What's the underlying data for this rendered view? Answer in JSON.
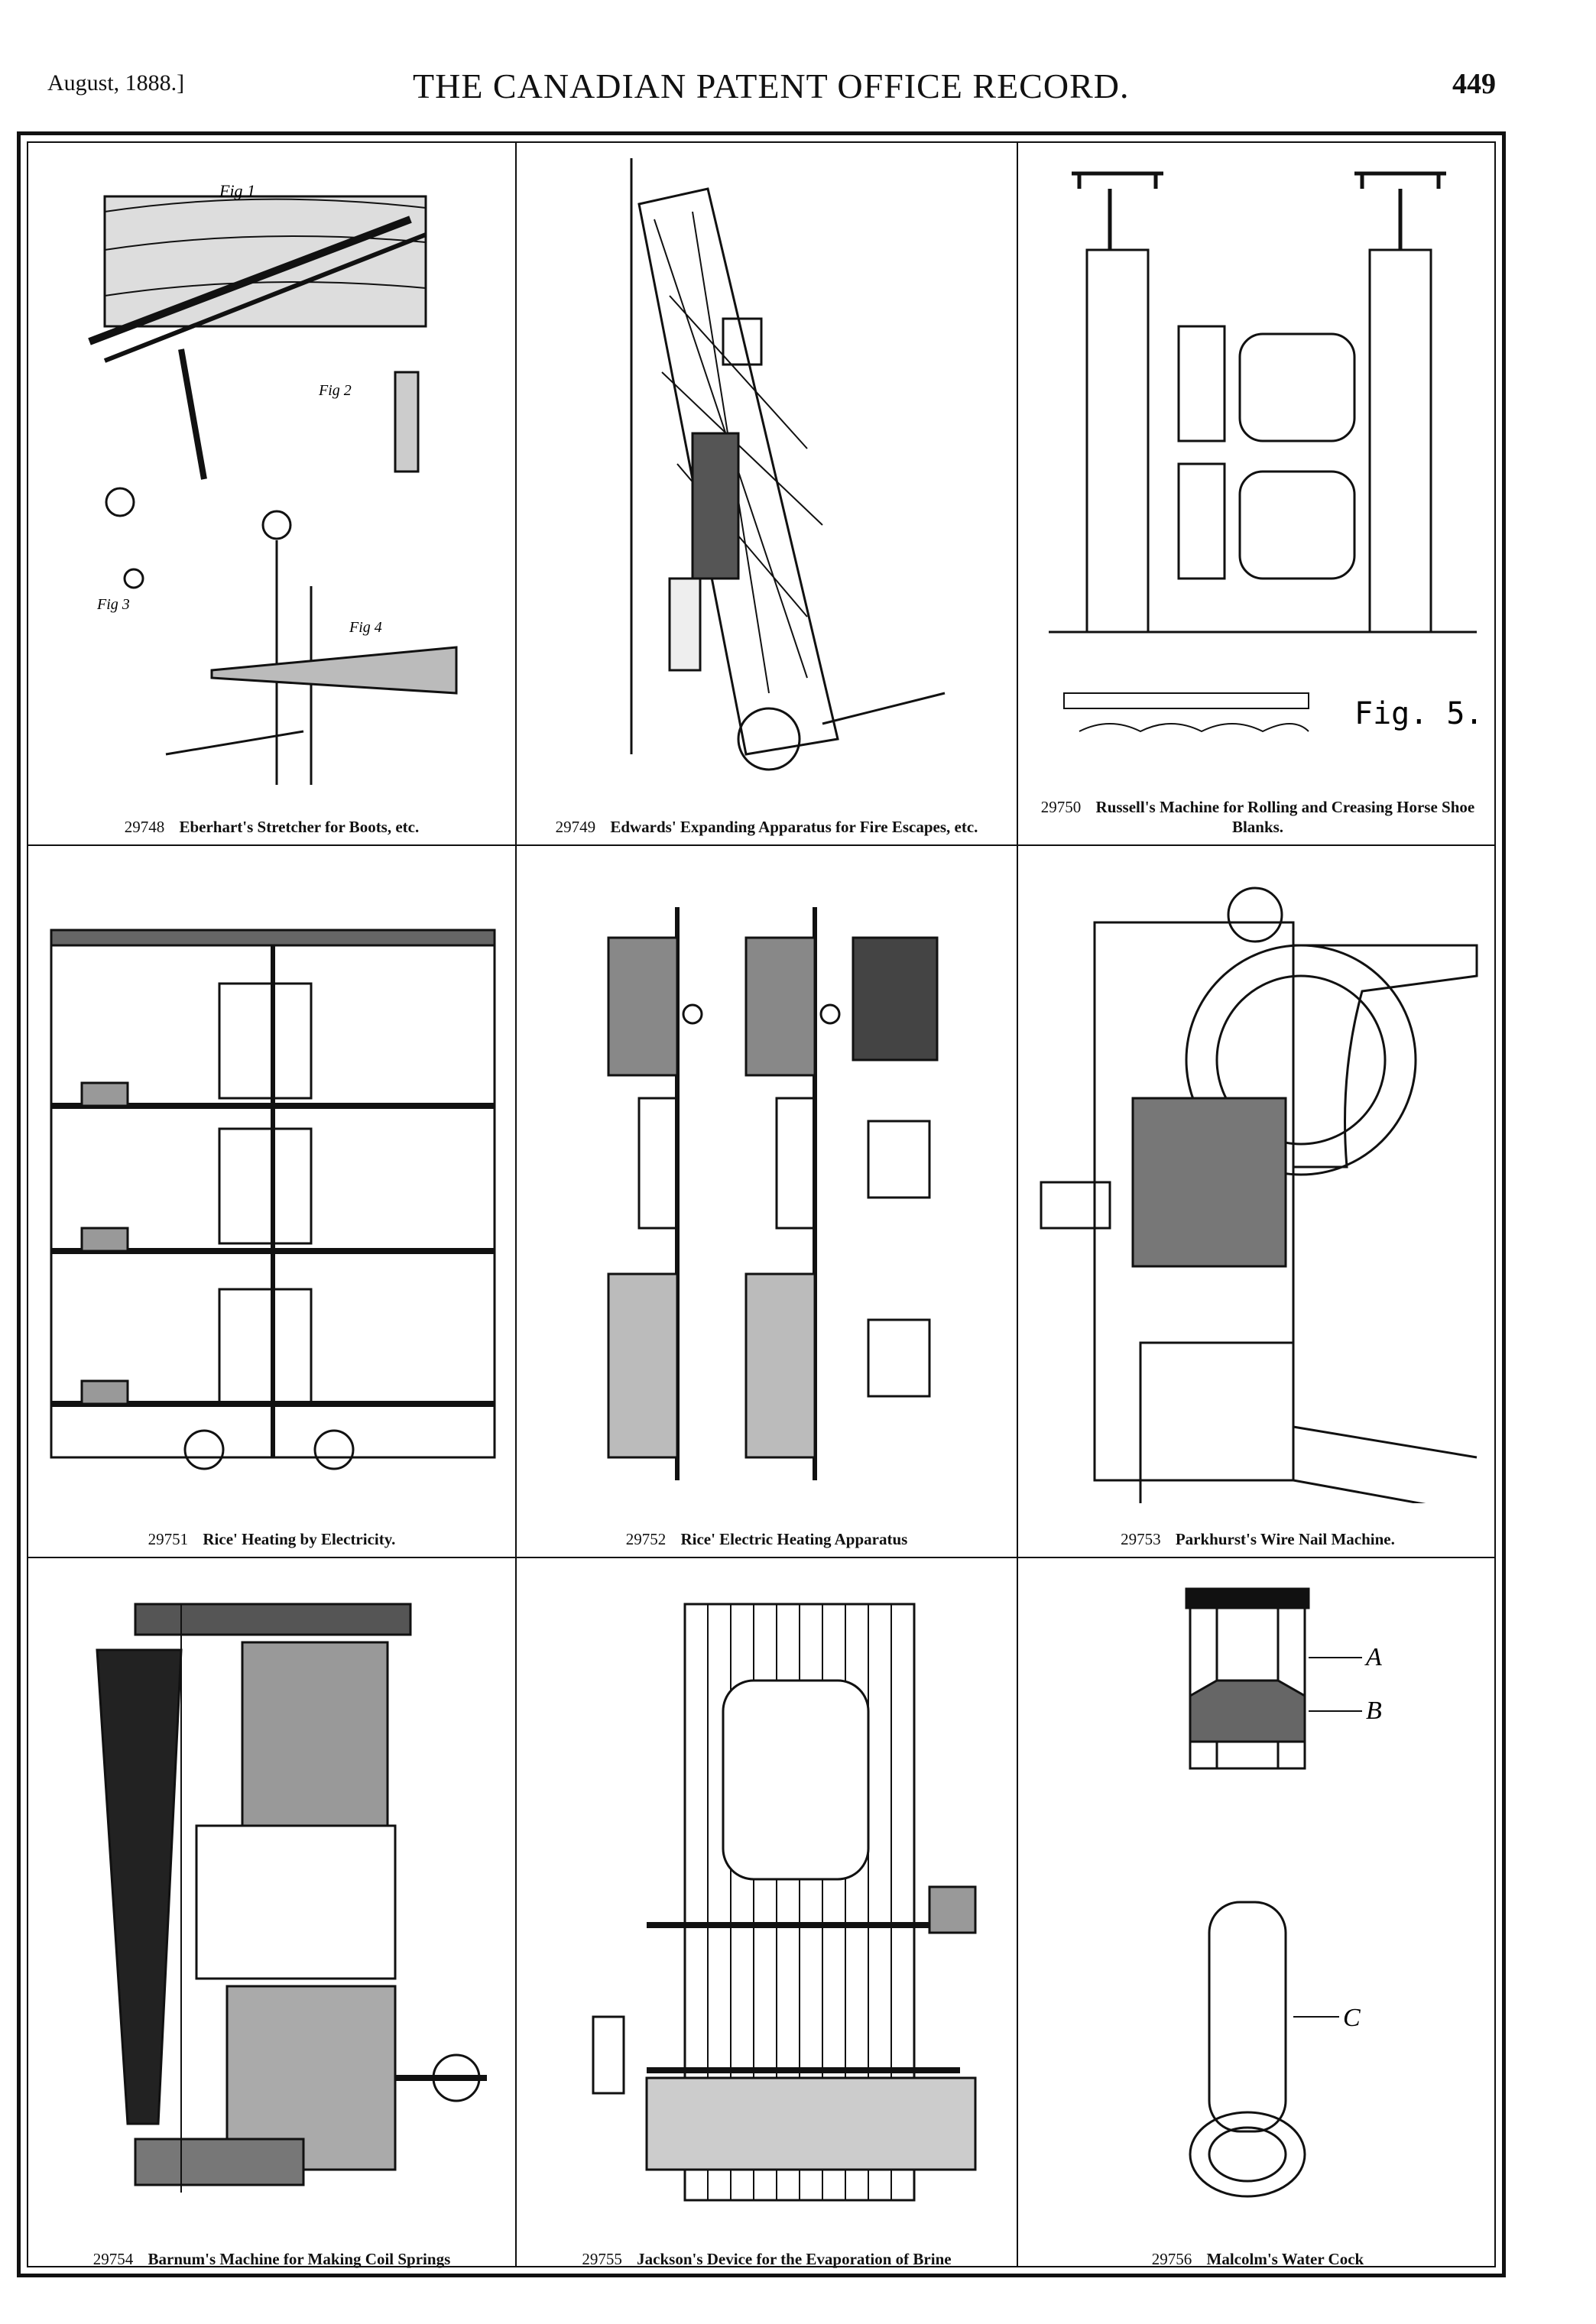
{
  "header": {
    "date": "August, 1888.]",
    "title": "THE CANADIAN PATENT OFFICE RECORD.",
    "page_number": "449"
  },
  "plates": [
    {
      "number": "29748",
      "caption": "Eberhart's Stretcher for Boots, etc.",
      "fig_labels": [
        "Fig 1",
        "Fig 2",
        "Fig 3",
        "Fig 4"
      ]
    },
    {
      "number": "29749",
      "caption": "Edwards' Expanding Apparatus for Fire Escapes, etc."
    },
    {
      "number": "29750",
      "caption": "Russell's Machine for Rolling and Creasing Horse Shoe Blanks.",
      "fig_labels": [
        "Fig. 5."
      ]
    },
    {
      "number": "29751",
      "caption": "Rice' Heating by Electricity."
    },
    {
      "number": "29752",
      "caption": "Rice' Electric Heating Apparatus"
    },
    {
      "number": "29753",
      "caption": "Parkhurst's Wire Nail Machine."
    },
    {
      "number": "29754",
      "caption": "Barnum's Machine for Making Coil Springs"
    },
    {
      "number": "29755",
      "caption": "Jackson's Device for the Evaporation of Brine"
    },
    {
      "number": "29756",
      "caption": "Malcolm's Water Cock",
      "fig_labels": [
        "A",
        "B",
        "C"
      ]
    }
  ]
}
